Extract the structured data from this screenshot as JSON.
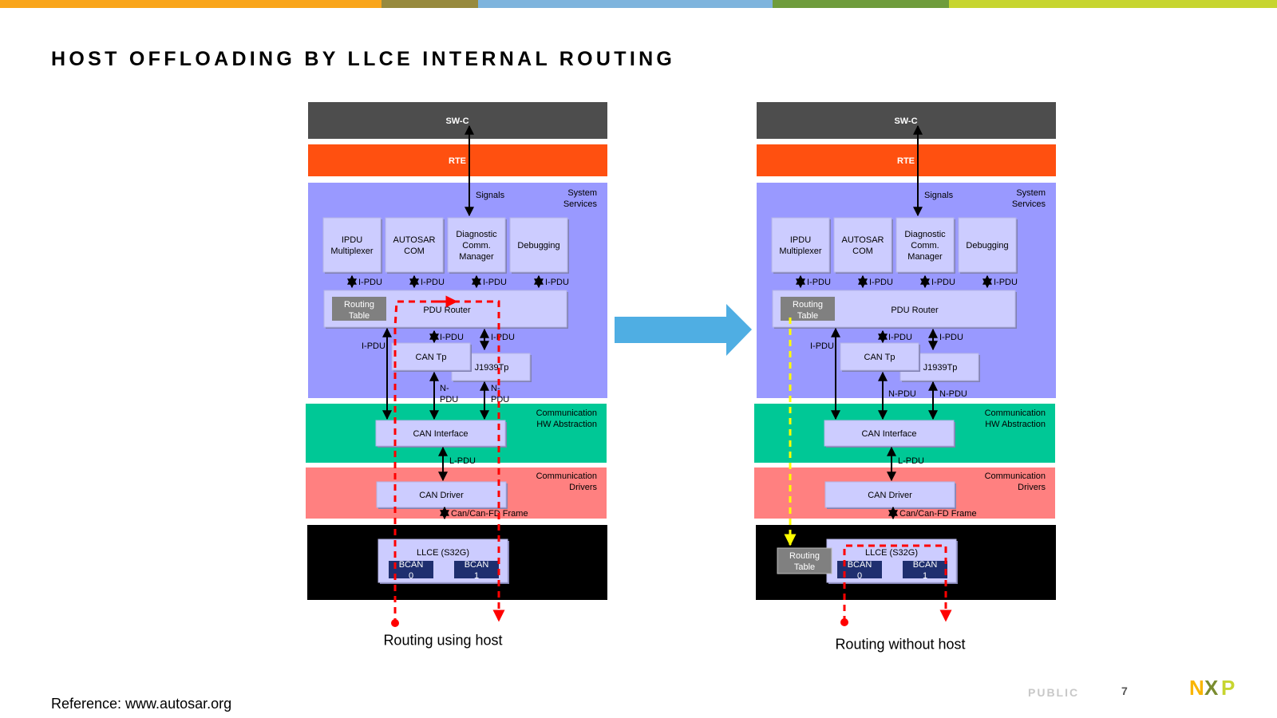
{
  "title": "HOST OFFLOADING BY LLCE INTERNAL ROUTING",
  "reference": "Reference: www.autosar.org",
  "footer": {
    "classification": "PUBLIC",
    "page": "7"
  },
  "colors": {
    "topbar": [
      "#f9a51b",
      "#978a3e",
      "#7eb4dd",
      "#6f9c3c",
      "#c7d530"
    ],
    "swc": "#4d4d4d",
    "rte": "#ff5010",
    "services": "#9999ff",
    "hw_abstraction": "#00c896",
    "drivers": "#ff8080",
    "hardware": "#000000",
    "module_box": "#ccccff",
    "bcan": "#1f2f6f",
    "route_host": "#ff0000",
    "route_table": "#ffff00",
    "arrow": "#4faee3"
  },
  "diagrams": [
    {
      "caption": "Routing using host",
      "swc": "SW-C",
      "rte": "RTE",
      "signals": "Signals",
      "system_services": [
        "System",
        "Services"
      ],
      "modules": [
        [
          "IPDU",
          "Multiplexer"
        ],
        [
          "AUTOSAR",
          "COM"
        ],
        [
          "Diagnostic",
          "Comm.",
          "Manager"
        ],
        [
          "Debugging"
        ]
      ],
      "ipdu": "I-PDU",
      "pdu_router": "PDU Router",
      "routing_table": [
        "Routing",
        "Table"
      ],
      "can_tp": "CAN Tp",
      "j1939tp": "J1939Tp",
      "npdu_a": [
        "N-",
        "PDU"
      ],
      "npdu_b": [
        "N-",
        "PDU"
      ],
      "comm_hw_abstraction": [
        "Communication",
        "HW Abstraction"
      ],
      "can_interface": "CAN Interface",
      "lpdu": "L-PDU",
      "comm_drivers": [
        "Communication",
        "Drivers"
      ],
      "can_driver": "CAN Driver",
      "frame": "Can/Can-FD Frame",
      "llce": "LLCE (S32G)",
      "bcan0": [
        "BCAN",
        "0"
      ],
      "bcan1": [
        "BCAN",
        "1"
      ]
    },
    {
      "caption": "Routing without  host",
      "swc": "SW-C",
      "rte": "RTE",
      "signals": "Signals",
      "system_services": [
        "System",
        "Services"
      ],
      "modules": [
        [
          "IPDU",
          "Multiplexer"
        ],
        [
          "AUTOSAR",
          "COM"
        ],
        [
          "Diagnostic",
          "Comm.",
          "Manager"
        ],
        [
          "Debugging"
        ]
      ],
      "ipdu": "I-PDU",
      "pdu_router": "PDU Router",
      "routing_table": [
        "Routing",
        "Table"
      ],
      "can_tp": "CAN Tp",
      "j1939tp": "J1939Tp",
      "npdu_a": [
        "N-PDU"
      ],
      "npdu_b": [
        "N-PDU"
      ],
      "comm_hw_abstraction": [
        "Communication",
        "HW Abstraction"
      ],
      "can_interface": "CAN Interface",
      "lpdu": "L-PDU",
      "comm_drivers": [
        "Communication",
        "Drivers"
      ],
      "can_driver": "CAN Driver",
      "frame": "Can/Can-FD Frame",
      "llce": "LLCE (S32G)",
      "llce_routing_table": [
        "Routing",
        "Table"
      ],
      "bcan0": [
        "BCAN",
        "0"
      ],
      "bcan1": [
        "BCAN",
        "1"
      ]
    }
  ],
  "logo": "NXP"
}
